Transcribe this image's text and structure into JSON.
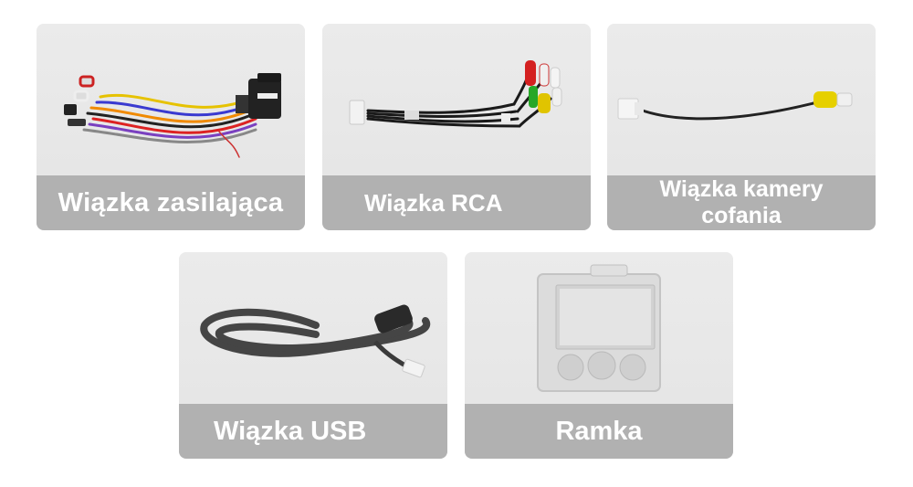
{
  "cards": [
    {
      "label": "Wiązka zasilająca",
      "icon": "power-harness-image"
    },
    {
      "label": "Wiązka RCA",
      "icon": "rca-harness-image"
    },
    {
      "label_line1": "Wiązka kamery",
      "label_line2": "cofania",
      "icon": "rear-camera-cable-image"
    },
    {
      "label": "Wiązka USB",
      "icon": "usb-cable-image"
    },
    {
      "label": "Ramka",
      "icon": "dashboard-frame-image"
    }
  ],
  "colors": {
    "card_bg": "#e9e9e9",
    "label_bg": "#b1b1b1",
    "label_text": "#ffffff"
  }
}
